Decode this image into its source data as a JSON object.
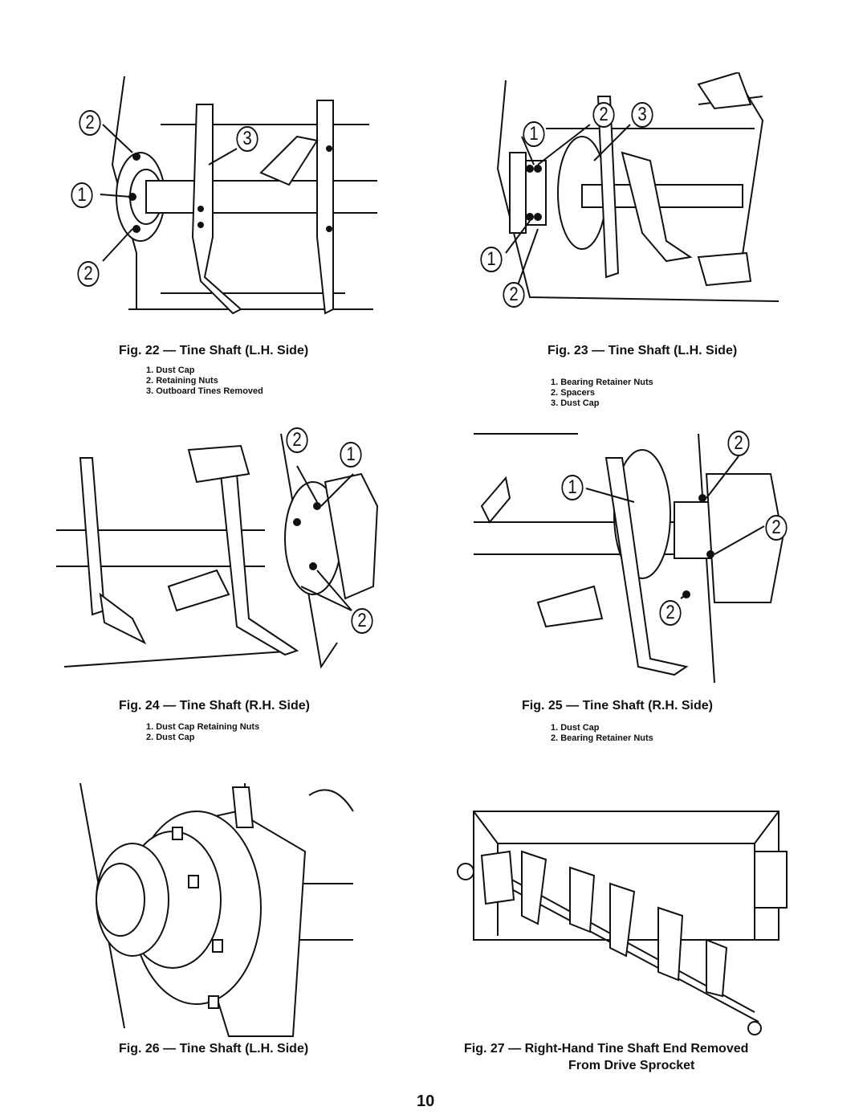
{
  "page_number": "10",
  "figures": [
    {
      "caption": "Fig. 22 — Tine Shaft (L.H. Side)",
      "items": [
        "1. Dust Cap",
        "2. Retaining Nuts",
        "3. Outboard Tines Removed"
      ],
      "callouts": [
        "2",
        "3",
        "1",
        "2"
      ]
    },
    {
      "caption": "Fig. 23 — Tine Shaft (L.H. Side)",
      "items": [
        "1. Bearing Retainer Nuts",
        "2. Spacers",
        "3. Dust Cap"
      ],
      "callouts": [
        "2",
        "3",
        "1",
        "1",
        "2"
      ]
    },
    {
      "caption": "Fig. 24 — Tine Shaft (R.H. Side)",
      "items": [
        "1. Dust Cap Retaining Nuts",
        "2. Dust Cap"
      ],
      "callouts": [
        "2",
        "1",
        "2"
      ]
    },
    {
      "caption": "Fig. 25 — Tine Shaft (R.H. Side)",
      "items": [
        "1. Dust Cap",
        "2. Bearing Retainer Nuts"
      ],
      "callouts": [
        "2",
        "1",
        "2",
        "2"
      ]
    },
    {
      "caption": "Fig. 26 — Tine Shaft (L.H. Side)",
      "items": [],
      "callouts": []
    },
    {
      "caption_line1": "Fig. 27 — Right-Hand Tine Shaft End Removed",
      "caption_line2": "From Drive Sprocket",
      "items": [],
      "callouts": []
    }
  ]
}
